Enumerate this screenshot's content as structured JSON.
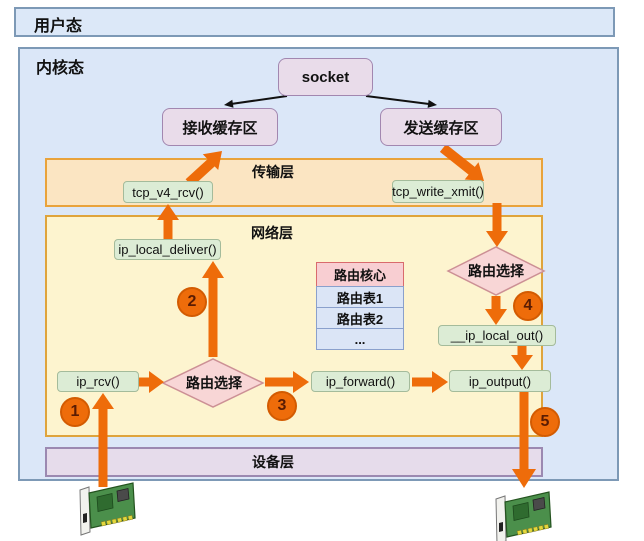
{
  "user_mode": {
    "label": "用户态"
  },
  "kernel_mode": {
    "label": "内核态"
  },
  "layers": {
    "transport": "传输层",
    "network": "网络层",
    "device": "设备层"
  },
  "socket": {
    "label": "socket"
  },
  "buffers": {
    "receive": "接收缓存区",
    "send": "发送缓存区"
  },
  "functions": {
    "tcp_v4_rcv": "tcp_v4_rcv()",
    "tcp_write_xmit": "tcp_write_xmit()",
    "ip_local_deliver": "ip_local_deliver()",
    "ip_rcv": "ip_rcv()",
    "ip_forward": "ip_forward()",
    "ip_output": "ip_output()",
    "ip_local_out": "__ip_local_out()"
  },
  "routing": {
    "decision_rx": "路由选择",
    "decision_tx": "路由选择",
    "table": {
      "header": "路由核心",
      "rows": [
        "路由表1",
        "路由表2",
        "..."
      ]
    }
  },
  "steps": [
    "1",
    "2",
    "3",
    "4",
    "5"
  ],
  "icons": {
    "nic_left": "network-card",
    "nic_right": "network-card"
  },
  "colors": {
    "arrow_orange": "#ee6c0a",
    "mode_fill": "#dbe7f8",
    "mode_border": "#7d99b6",
    "transport_fill": "#fbe5c2",
    "network_fill": "#fdf4cf",
    "device_fill": "#e6dceb",
    "function_box_fill": "#dcecd5",
    "purple_box_fill": "#e9dcea",
    "diamond_fill": "#f8d6d6",
    "table_header_fill": "#f8ced2",
    "table_row_fill": "#dbe5f6"
  }
}
